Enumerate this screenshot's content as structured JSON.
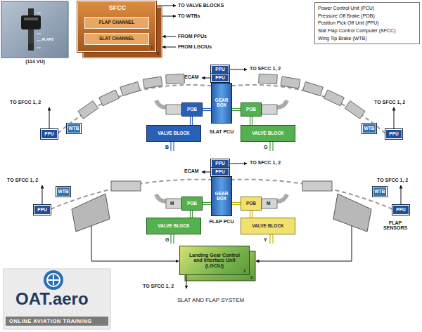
{
  "diagram": {
    "caption": "SLAT AND FLAP SYSTEM",
    "nodes": [
      {
        "text": [
          "FLAPS",
          "(114 VU)"
        ]
      },
      {
        "text": [
          "SFCC"
        ]
      },
      {
        "text": [
          "FLAP CHANNEL"
        ],
        "in": 1
      },
      {
        "text": [
          "SLAT CHANNEL"
        ],
        "in": 1
      },
      {
        "text": [
          "Power Control Unit (PCU)",
          "Pressure Off Brake (POB)",
          "Position Pick Off Unit (PPU)",
          "Slat Flap Control Computer (SFCC)",
          "Wing Tip Brake (WTB)"
        ]
      },
      {
        "text": [
          "PPU"
        ]
      },
      {
        "text": [
          "PPU"
        ]
      },
      {
        "text": [
          "GEAR BOX"
        ]
      },
      {
        "text": [
          "POB"
        ]
      },
      {
        "text": [
          "POB"
        ]
      },
      {
        "text": [
          "VALVE BLOCK"
        ]
      },
      {
        "text": [
          "VALVE BLOCK"
        ]
      },
      {
        "text": [
          "PPU"
        ]
      },
      {
        "text": [
          "WTB"
        ]
      },
      {
        "text": [
          "WTB"
        ]
      },
      {
        "text": [
          "PPU"
        ]
      },
      {
        "text": [
          "PPU"
        ]
      },
      {
        "text": [
          "PPU"
        ]
      },
      {
        "text": [
          "GEAR BOX"
        ]
      },
      {
        "text": [
          "POB"
        ]
      },
      {
        "text": [
          "POB"
        ]
      },
      {
        "text": [
          "VALVE BLOCK"
        ]
      },
      {
        "text": [
          "VALVE BLOCK"
        ]
      },
      {
        "text": [
          "PPU"
        ]
      },
      {
        "text": [
          "WTB"
        ]
      },
      {
        "text": [
          "WTB"
        ]
      },
      {
        "text": [
          "PPU"
        ]
      },
      {
        "text": [
          "Landing Gear Control and Interface Unit (LGCIU)"
        ]
      }
    ],
    "edges": [
      {
        "from": 8,
        "to": 10,
        "arrow": "none"
      },
      {
        "from": 8,
        "to": 7,
        "arrow": "none"
      },
      {
        "from": 9,
        "to": 11,
        "arrow": "none"
      },
      {
        "from": 9,
        "to": 7,
        "arrow": "none"
      },
      {
        "from": 19,
        "to": 21,
        "arrow": "none"
      },
      {
        "from": 19,
        "to": 18,
        "arrow": "none"
      },
      {
        "from": 20,
        "to": 22,
        "arrow": "none"
      },
      {
        "from": 20,
        "to": 18,
        "arrow": "none"
      }
    ],
    "labels": [
      "TO VALVE BLOCKS",
      "TO WTBs",
      "FROM PPUs",
      "FROM LGCIUs",
      "1",
      "2",
      "TO SFCC 1, 2",
      "ECAM",
      "TO SFCC 1, 2",
      "TO SFCC 1, 2",
      "SLAT PCU",
      "B",
      "G",
      "TO SFCC 1, 2",
      "ECAM",
      "TO SFCC 1, 2",
      "TO SFCC 1, 2",
      "M",
      "M",
      "FLAP PCU",
      "G",
      "Y",
      "FLAP SENSORS",
      "1",
      "2",
      "TO SFCC 1, 2",
      "OAT.aero",
      "ONLINE AVIATION TRAINING"
    ]
  }
}
